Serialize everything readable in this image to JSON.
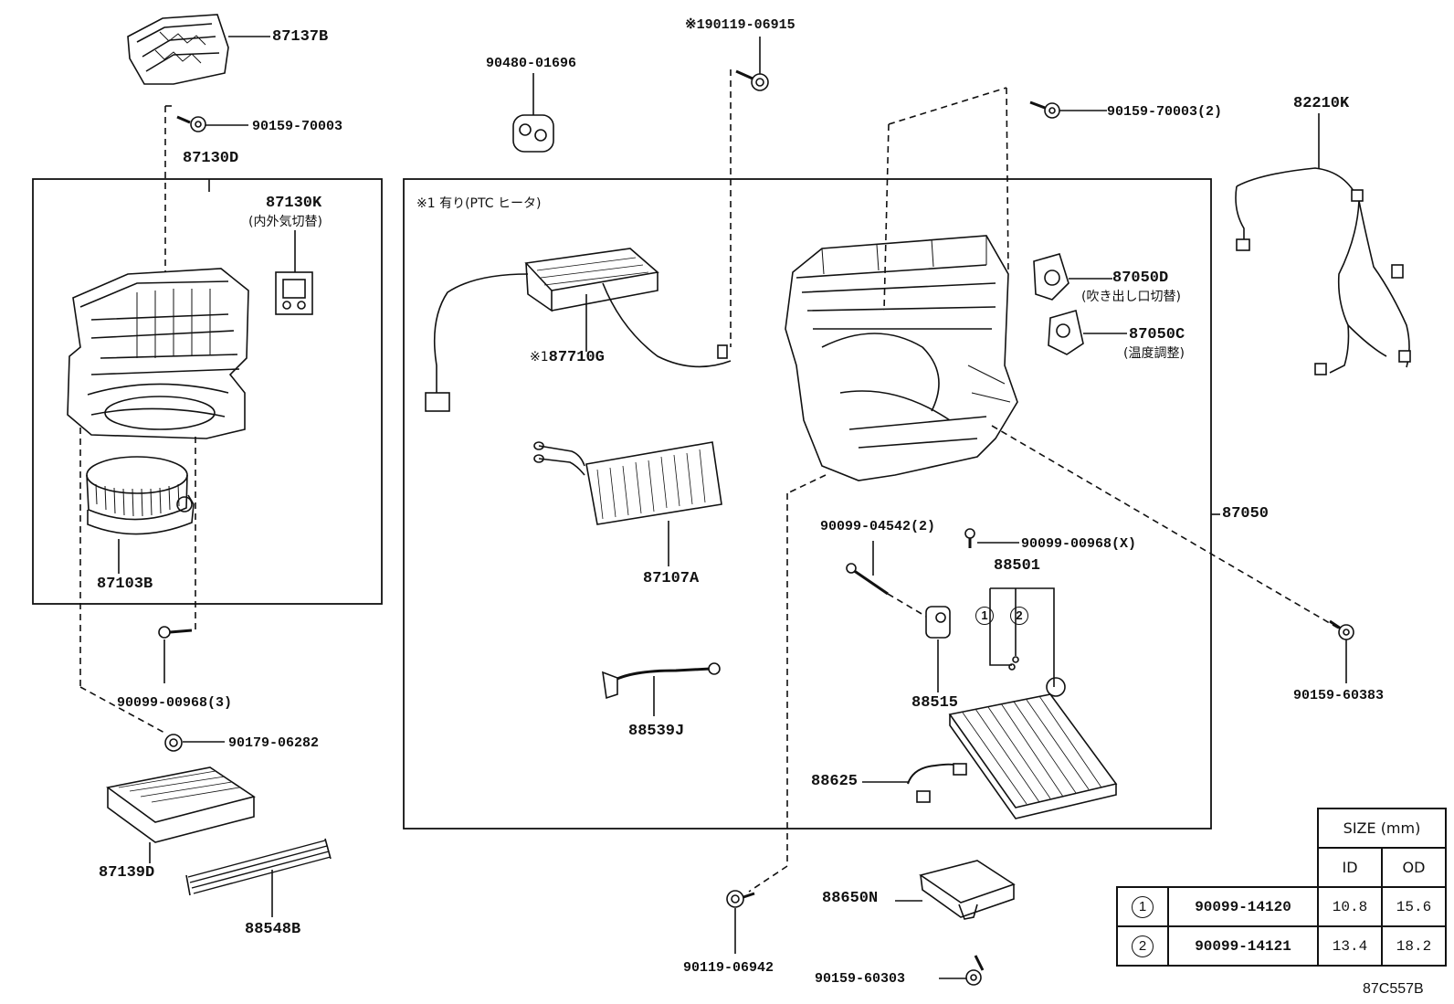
{
  "labels": {
    "p87137B": "87137B",
    "p90159_70003": "90159-70003",
    "p87130D": "87130D",
    "p87130K": "87130K",
    "p87130K_note": "(内外気切替)",
    "p87103B": "87103B",
    "p90099_00968_3": "90099-00968(3)",
    "p90179_06282": "90179-06282",
    "p87139D": "87139D",
    "p88548B": "88548B",
    "p90480_01696": "90480-01696",
    "p90119_06915": "90119-06915",
    "p90119_06915_mark": "※1",
    "ptc_note": "※1 有り(PTC ヒータ)",
    "p87710G_mark": "※1",
    "p87710G": "87710G",
    "p87107A": "87107A",
    "p88539J": "88539J",
    "p90159_70003_2": "90159-70003(2)",
    "p87050D": "87050D",
    "p87050D_note": "(吹き出し口切替)",
    "p87050C": "87050C",
    "p87050C_note": "(温度調整)",
    "p87050": "87050",
    "p90099_04542_2": "90099-04542(2)",
    "p90099_00968_X": "90099-00968(X)",
    "p88501": "88501",
    "p88515": "88515",
    "p88625": "88625",
    "p82210K": "82210K",
    "p90159_60383": "90159-60383",
    "p90119_06942": "90119-06942",
    "p88650N": "88650N",
    "p90159_60303": "90159-60303",
    "circ1": "1",
    "circ2": "2"
  },
  "size_table": {
    "title": "SIZE (mm)",
    "col_id": "ID",
    "col_od": "OD",
    "rows": [
      {
        "ref": "1",
        "part": "90099-14120",
        "id": "10.8",
        "od": "15.6"
      },
      {
        "ref": "2",
        "part": "90099-14121",
        "id": "13.4",
        "od": "18.2"
      }
    ]
  },
  "diagram_code": "87C557B"
}
